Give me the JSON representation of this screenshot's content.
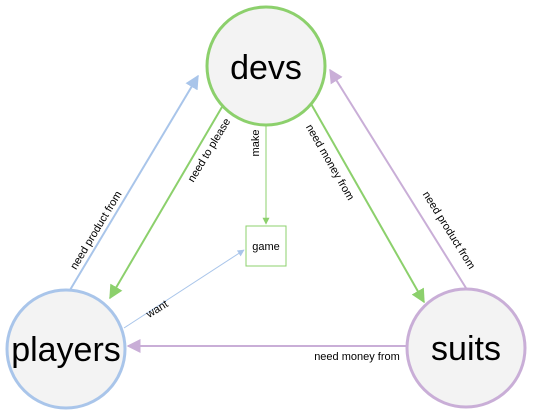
{
  "nodes": {
    "devs": {
      "label": "devs",
      "border": "#8cd06c"
    },
    "players": {
      "label": "players",
      "border": "#a9c5ea"
    },
    "suits": {
      "label": "suits",
      "border": "#c9aed7"
    },
    "game": {
      "label": "game",
      "border": "#8cd06c"
    }
  },
  "edges": {
    "players_devs": {
      "label": "need product from",
      "color": "#a9c5ea"
    },
    "devs_players": {
      "label": "need to please",
      "color": "#8cd06c"
    },
    "devs_game": {
      "label": "make",
      "color": "#8cd06c"
    },
    "devs_suits": {
      "label": "need money from",
      "color": "#8cd06c"
    },
    "suits_devs": {
      "label": "need product from",
      "color": "#c9aed7"
    },
    "suits_players": {
      "label": "need money from",
      "color": "#c9aed7"
    },
    "players_game": {
      "label": "want",
      "color": "#a9c5ea"
    }
  },
  "colors": {
    "node_fill": "#f3f3f3"
  }
}
